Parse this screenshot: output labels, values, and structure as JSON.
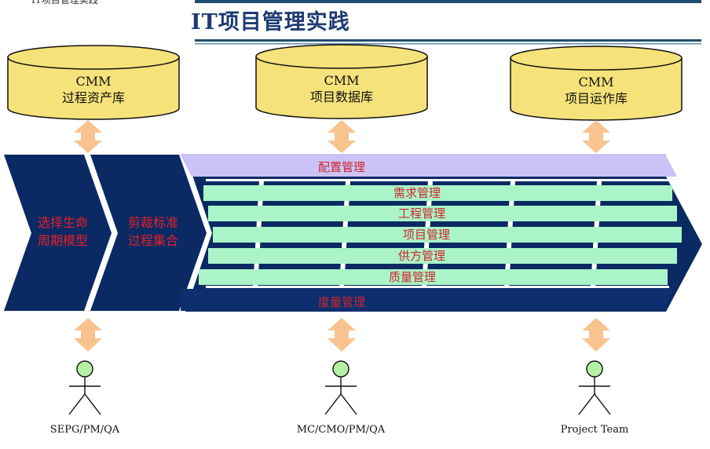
{
  "corner_text": "IT项目管理实践",
  "title": "IT项目管理实践",
  "databases": [
    {
      "line1": "CMM",
      "line2": "过程资产库"
    },
    {
      "line1": "CMM",
      "line2": "项目数据库"
    },
    {
      "line1": "CMM",
      "line2": "项目运作库"
    }
  ],
  "chevrons": [
    {
      "line1": "选择生命",
      "line2": "周期模型"
    },
    {
      "line1": "剪裁标准",
      "line2": "过程集合"
    }
  ],
  "top_band": "配置管理",
  "bottom_band": "度量管理",
  "bars": [
    "需求管理",
    "工程管理",
    "项目管理",
    "供方管理",
    "质量管理"
  ],
  "roles": [
    "SEPG/PM/QA",
    "MC/CMO/PM/QA",
    "Project Team"
  ],
  "colors": {
    "title": "#1f3b73",
    "navy": "#0b2a63",
    "cylinder": "#f5e27a",
    "arrow": "#f9c390",
    "band": "#cbc3f6",
    "bar": "#aaf4c8",
    "head": "#b5f0a3",
    "label_red": "#d0262e"
  }
}
